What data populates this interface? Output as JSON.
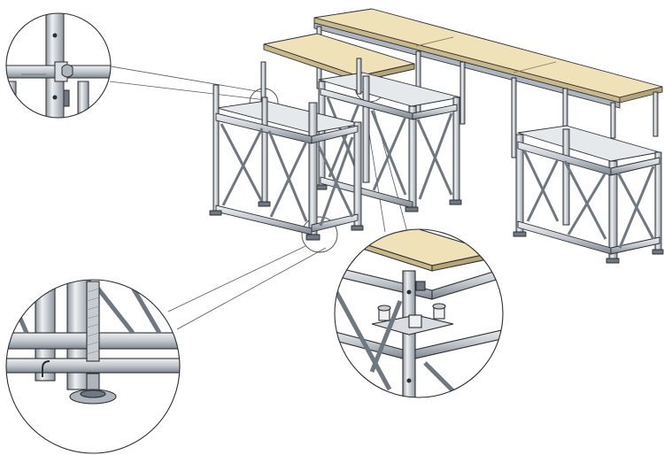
{
  "colors": {
    "background": "#ffffff",
    "steel_light": "#d9dde2",
    "steel_mid": "#aeb5bd",
    "steel_dark": "#6f7780",
    "outline": "#2b2e33",
    "deck_wood": "#efe1b8",
    "deck_edge": "#c9b98a",
    "callout_line": "#555a60"
  },
  "figure": {
    "callouts": [
      {
        "id": "top-left",
        "icon": "clamp-detail"
      },
      {
        "id": "bottom-left",
        "icon": "base-jack-detail"
      },
      {
        "id": "bottom-right",
        "icon": "deck-support-detail"
      }
    ]
  }
}
